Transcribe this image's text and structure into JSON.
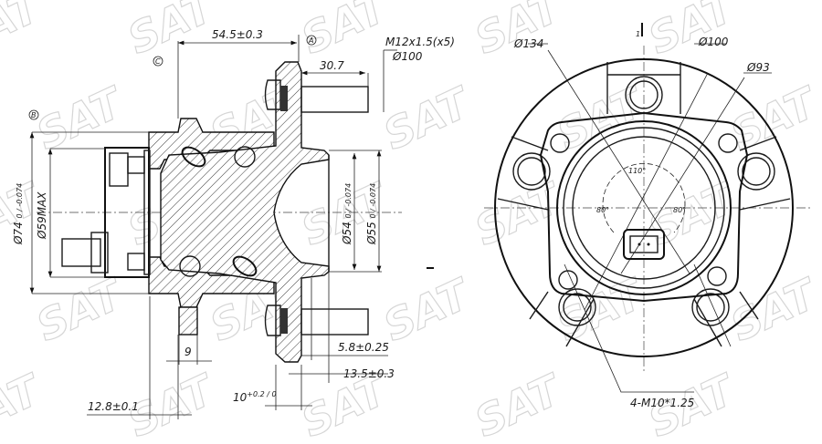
{
  "watermark": "SAT®",
  "section_view": {
    "dimensions": {
      "flange_offset": "54.5±0.3",
      "stud_length": "30.7",
      "stud_thread": "M12x1.5(x5)",
      "stud_pcd": "Ø100",
      "outer_diameter": "Ø74",
      "outer_diameter_tol": "0 / -0.074",
      "sensor_diameter": "Ø59MAX",
      "pilot_diameter_1": "Ø54",
      "pilot_diameter_1_tol": "0 / -0.074",
      "pilot_diameter_2": "Ø55",
      "pilot_diameter_2_tol": "0 / -0.074",
      "ear_thickness": "9",
      "flange_step": "5.8±0.25",
      "flange_to_pilot": "13.5±0.3",
      "flange_thickness": "10",
      "flange_thickness_tol": "+0.2 / 0",
      "sensor_offset": "12.8±0.1"
    },
    "datums": {
      "c": "C",
      "a": "A",
      "b": "B"
    }
  },
  "front_view": {
    "labels": {
      "flange_diameter": "Ø134",
      "bolt_pcd": "Ø100",
      "mount_diameter": "Ø93",
      "mount_bolts": "4-M10*1.25",
      "angle_top": "110°",
      "angle_left": "80°",
      "angle_right": "80°",
      "view_marker": "1"
    }
  }
}
